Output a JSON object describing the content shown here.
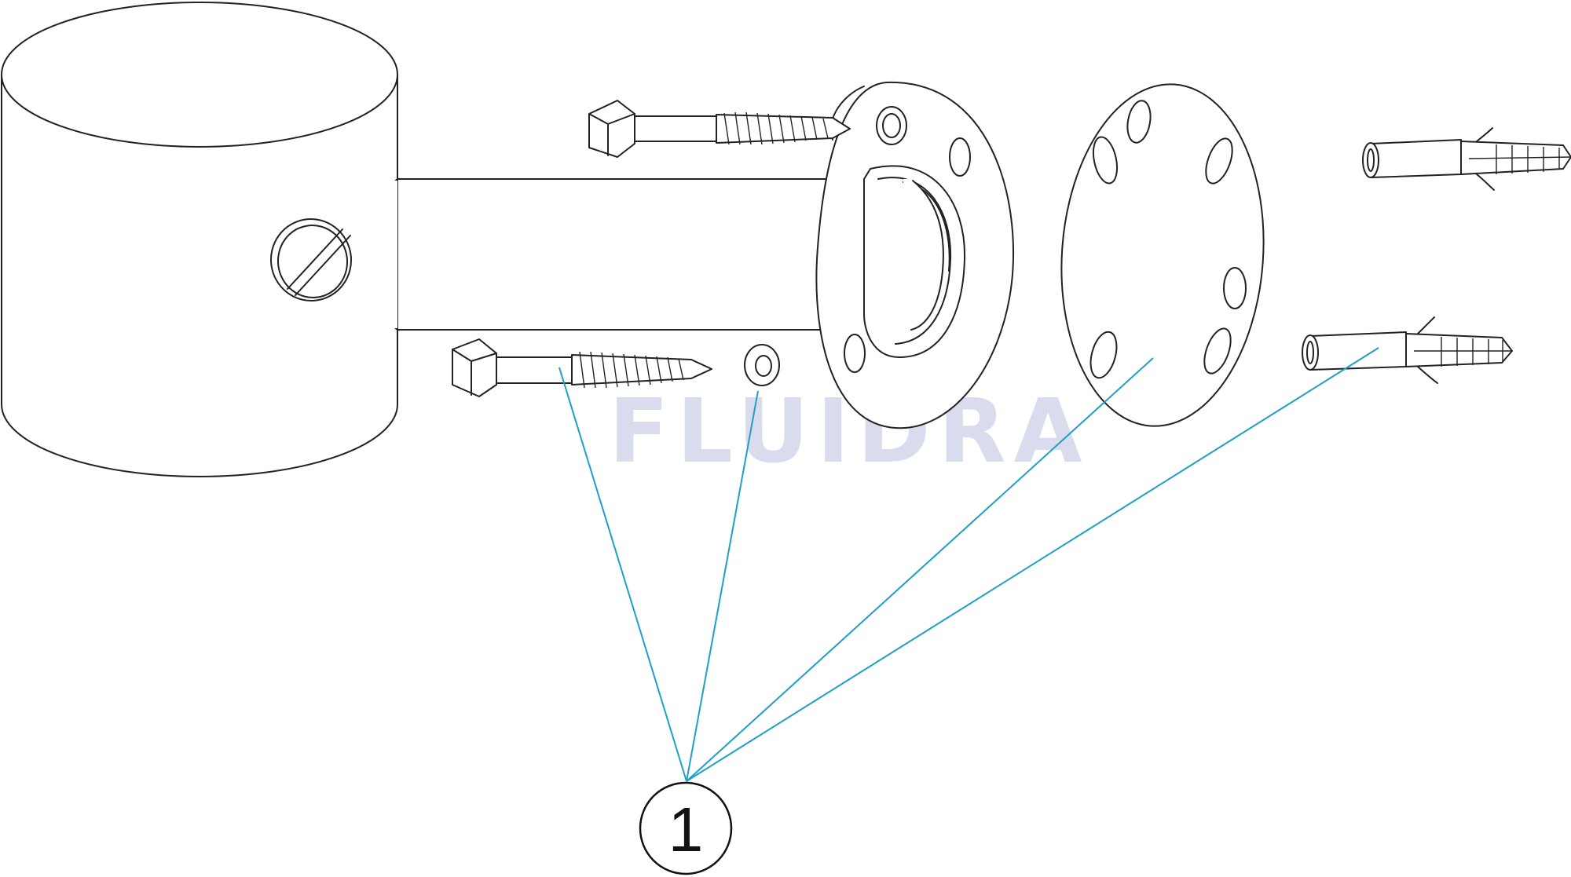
{
  "watermark": {
    "text": "FLUIDRA",
    "color": "#d9dced"
  },
  "callout": {
    "number": "1"
  },
  "colors": {
    "leader": "#1f9fc8",
    "line": "#222222"
  },
  "parts": [
    "cylindrical-handrail-end",
    "slotted-set-screw",
    "tube-stem",
    "upper-lag-screw",
    "lower-lag-screw",
    "washer",
    "base-flange",
    "cover-plate",
    "upper-wall-anchor",
    "lower-wall-anchor"
  ]
}
